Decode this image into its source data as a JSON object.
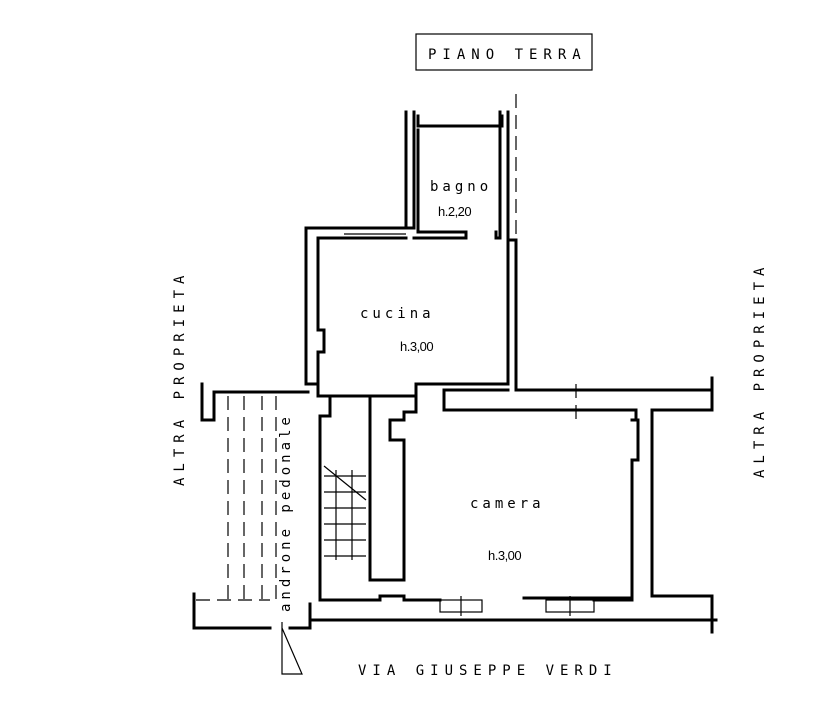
{
  "plan": {
    "title": "PIANO TERRA",
    "street": "VIA GIUSEPPE VERDI",
    "neighbor_left": "ALTRA PROPRIETA",
    "neighbor_right": "ALTRA PROPRIETA",
    "passage": "androne pedonale",
    "rooms": [
      {
        "name": "bagno",
        "height": "h.2,20"
      },
      {
        "name": "cucina",
        "height": "h.3,00"
      },
      {
        "name": "camera",
        "height": "h.3,00"
      }
    ]
  }
}
